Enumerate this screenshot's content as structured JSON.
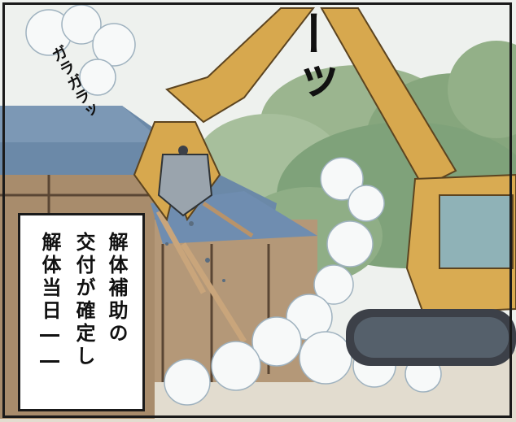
{
  "caption": {
    "column_1": "解体補助の",
    "column_2": "交付が確定し",
    "column_3": "解体当日――"
  },
  "sound_effects": {
    "crash": "ガラガラッ",
    "rumble": "ーッ"
  },
  "colors": {
    "excavator": "#d7a84e",
    "roof": "#6b89a8",
    "smoke": "#eef2f3",
    "trees": "#7fa27a",
    "sky": "#eef1ee"
  }
}
